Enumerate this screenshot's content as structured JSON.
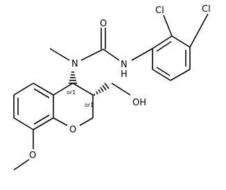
{
  "molecule": {
    "atoms": {
      "cl_top": "Cl",
      "cl_ortho": "Cl",
      "o_carbonyl": "O",
      "nh": "N",
      "nh_h": "H",
      "n_methyl": "N",
      "oh": "OH",
      "o_ring": "O",
      "o_methoxy": "O"
    },
    "stereo": {
      "c4": "or1",
      "c3": "or1"
    }
  }
}
